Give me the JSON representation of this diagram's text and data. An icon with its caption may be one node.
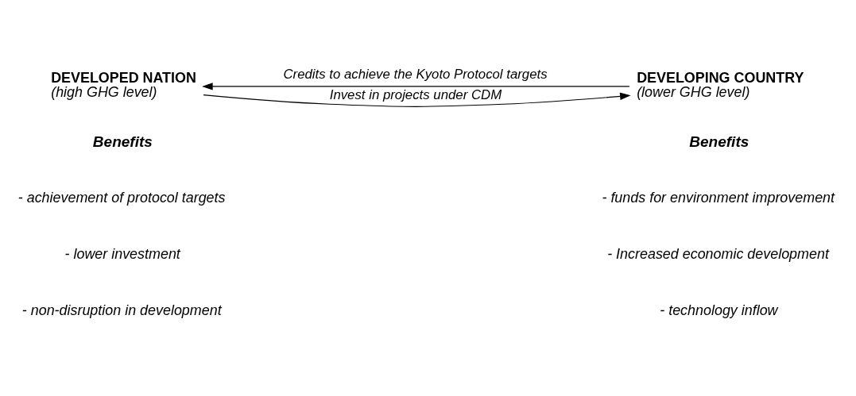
{
  "diagram": {
    "nodes": [
      {
        "text": [
          "DEVELOPED NATION",
          "(high GHG level)"
        ]
      },
      {
        "text": [
          "DEVELOPING COUNTRY",
          "(lower GHG level)"
        ]
      }
    ],
    "edges": [
      {
        "from": 0,
        "to": 1,
        "arrow": "to",
        "label": "Invest in projects under CDM"
      },
      {
        "from": 1,
        "to": 0,
        "arrow": "to",
        "label": "Credits to achieve the Kyoto Protocol targets"
      }
    ],
    "labels": [
      "Benefits",
      "Benefits",
      "- achievement of protocol targets",
      "- funds for environment improvement",
      "- lower investment",
      "- Increased economic development",
      "- non-disruption in development",
      "- technology inflow"
    ]
  }
}
